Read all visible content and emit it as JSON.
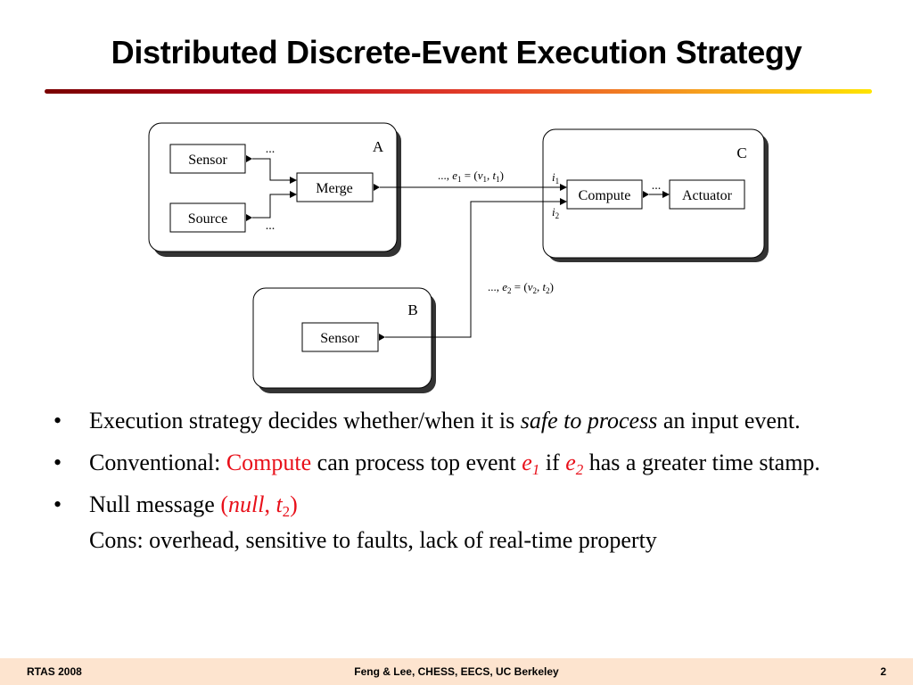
{
  "slide": {
    "title": "Distributed Discrete-Event Execution Strategy"
  },
  "diagram": {
    "platforms": [
      {
        "id": "A",
        "label": "A"
      },
      {
        "id": "B",
        "label": "B"
      },
      {
        "id": "C",
        "label": "C"
      }
    ],
    "actors": {
      "sensor_a": "Sensor",
      "source": "Source",
      "merge": "Merge",
      "sensor_b": "Sensor",
      "compute": "Compute",
      "actuator": "Actuator"
    },
    "ellipsis": "...",
    "event1": {
      "prefix": "..., ",
      "e": "e",
      "sub": "1",
      "eq": " = (",
      "v": "v",
      "comma": ", ",
      "t": "t",
      "close": ")"
    },
    "event2": {
      "prefix": "..., ",
      "e": "e",
      "sub": "2",
      "eq": " = (",
      "v": "v",
      "comma": ", ",
      "t": "t",
      "close": ")"
    },
    "port_i1": {
      "i": "i",
      "sub": "1"
    },
    "port_i2": {
      "i": "i",
      "sub": "2"
    }
  },
  "bullets": {
    "b1": {
      "text1": "Execution strategy decides whether/when it is ",
      "emph": "safe to process",
      "text2": " an input event."
    },
    "b2": {
      "text1": "Conventional: ",
      "compute": "Compute",
      "text2": " can process top event ",
      "e1": "e",
      "e1_sub": "1",
      "text3": " if ",
      "e2": "e",
      "e2_sub": "2",
      "text4": " has a greater time stamp."
    },
    "b3": {
      "text1": "Null message ",
      "paren_open": "(",
      "null": "null",
      "comma": ", ",
      "t": "t",
      "t_sub": "2",
      "paren_close": ")",
      "line2": "Cons: overhead, sensitive to faults, lack of real-time property"
    },
    "marker": "•"
  },
  "footer": {
    "left": "RTAS 2008",
    "center": "Feng & Lee, CHESS, EECS, UC Berkeley",
    "page": "2"
  }
}
